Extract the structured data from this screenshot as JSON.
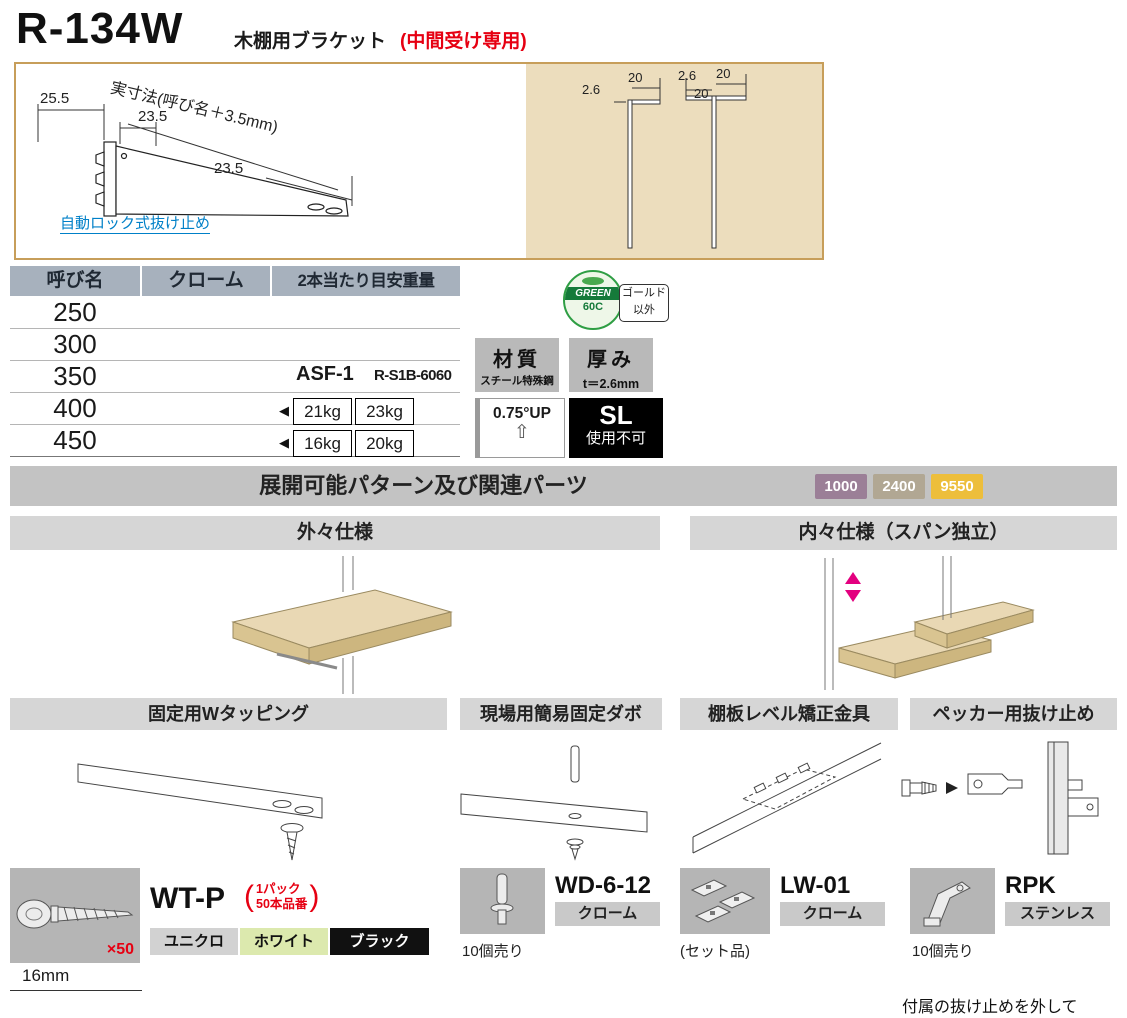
{
  "header": {
    "model": "R-134W",
    "subtitle": "木棚用ブラケット",
    "note": "(中間受け専用)"
  },
  "drawing": {
    "dim_left_width": "25.5",
    "dim_top_inner": "23.5",
    "actual_size_label": "実寸法(呼び名＋3.5mm)",
    "dim_tip": "23.5",
    "lock_label": "自動ロック式抜け止め",
    "cs_thickness_1": "2.6",
    "cs_width_1": "20",
    "cs_thickness_2": "2.6",
    "cs_width_2": "20",
    "cs_width_2b": "20"
  },
  "spec_table": {
    "headers": [
      "呼び名",
      "クローム",
      "2本当たり目安重量"
    ],
    "sizes": [
      "250",
      "300",
      "350",
      "400",
      "450"
    ],
    "code_primary": "ASF-1",
    "code_secondary": "R-S1B-6060",
    "arrow": "◀",
    "weights": [
      {
        "chrome": "21kg",
        "load": "23kg"
      },
      {
        "chrome": "16kg",
        "load": "20kg"
      }
    ]
  },
  "eco": {
    "logo_top": "GREEN",
    "logo_bottom": "60C",
    "label_line1": "ゴールド",
    "label_line2": "以外"
  },
  "attributes": {
    "material_title": "材質",
    "material_value": "スチール特殊鋼",
    "thickness_title": "厚み",
    "thickness_value": "t＝2.6mm",
    "slope": "0.75°UP",
    "slope_arrow": "⇧",
    "sl_title": "SL",
    "sl_value": "使用不可"
  },
  "banner": {
    "title": "展開可能パターン及び関連パーツ",
    "badges": [
      "1000",
      "2400",
      "9550"
    ]
  },
  "patterns": {
    "outer_title": "外々仕様",
    "inner_title": "内々仕様（スパン独立）"
  },
  "parts_headers": [
    "固定用Wタッピング",
    "現場用簡易固定ダボ",
    "棚板レベル矯正金具",
    "ペッカー用抜け止め"
  ],
  "products": {
    "wtp": {
      "name": "WT-P",
      "paren_open": "(",
      "paren_close": ")",
      "note_line1": "1パック",
      "note_line2": "50本品番",
      "count": "×50",
      "size": "16mm",
      "colors": [
        "ユニクロ",
        "ホワイト",
        "ブラック"
      ]
    },
    "wd": {
      "name": "WD-6-12",
      "finish": "クローム",
      "sale": "10個売り"
    },
    "lw": {
      "name": "LW-01",
      "finish": "クローム",
      "sale": "(セット品)"
    },
    "rpk": {
      "name": "RPK",
      "finish": "ステンレス",
      "sale": "10個売り"
    }
  },
  "footer_note": "付属の抜け止めを外して",
  "theme": {
    "accent_red": "#e60012",
    "link_blue": "#0080c8",
    "tan_border": "#c79e5a",
    "tan_bg": "#ecddbd",
    "table_header_bg": "#a7b1bd",
    "badge_1000_bg": "#9b7f97",
    "badge_2400_bg": "#b1a793",
    "badge_9550_bg": "#edbe3b",
    "white_swatch_bg": "#dce9ae"
  }
}
